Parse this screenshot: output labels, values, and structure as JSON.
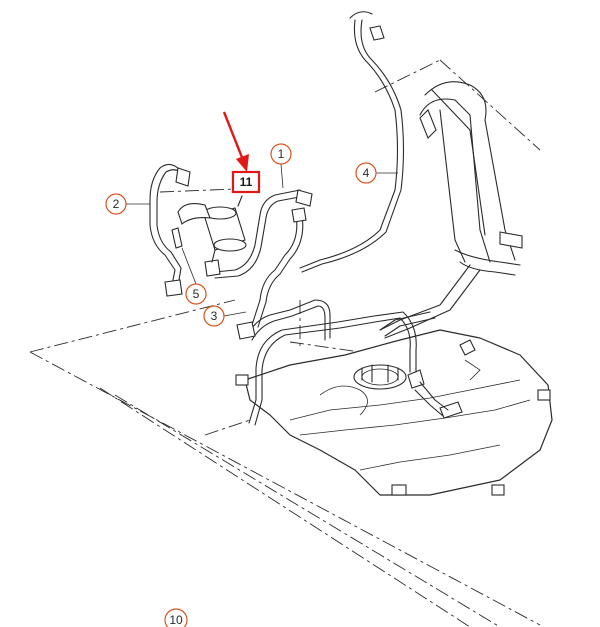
{
  "callouts": [
    {
      "id": "c1",
      "label": "1"
    },
    {
      "id": "c2",
      "label": "2"
    },
    {
      "id": "c3",
      "label": "3"
    },
    {
      "id": "c4",
      "label": "4"
    },
    {
      "id": "c5",
      "label": "5"
    },
    {
      "id": "c10",
      "label": "10"
    }
  ],
  "highlight": {
    "label": "11"
  },
  "colors": {
    "callout": "#d9531e",
    "highlight": "#e01818",
    "line": "#2b2b2b"
  }
}
